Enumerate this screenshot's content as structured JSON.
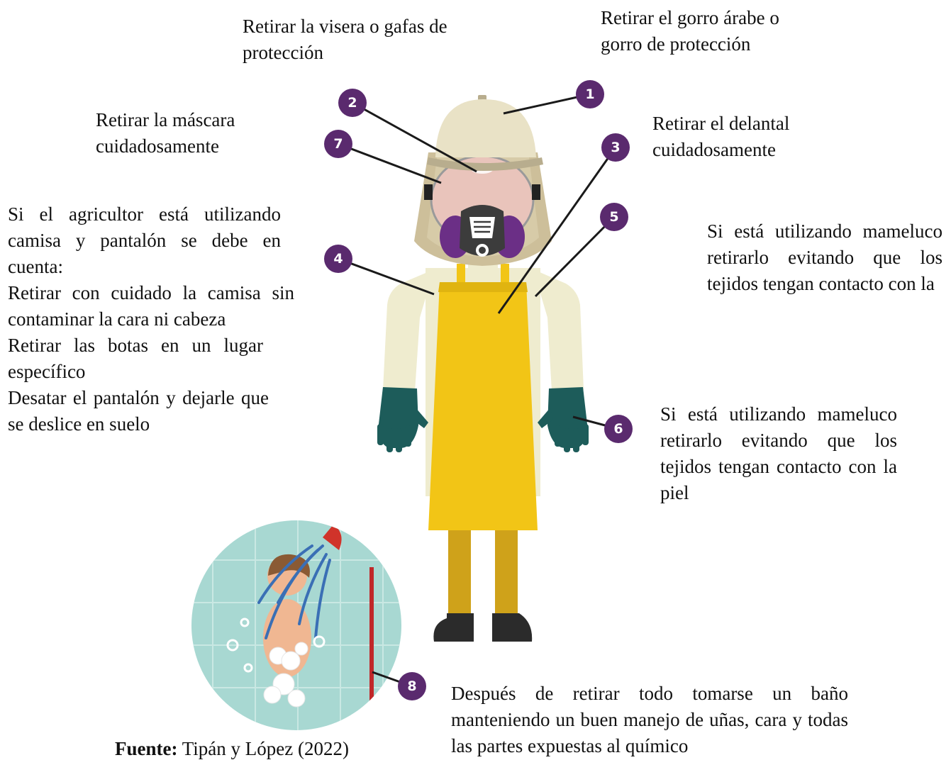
{
  "labels": {
    "step1": "Retirar el gorro árabe o gorro de protección",
    "step2": "Retirar la visera o gafas de protección",
    "step7": "Retirar la máscara cuidadosamente",
    "step3": "Retirar el delantal cuidadosamente",
    "step5": "Si está utilizando mameluco retirarlo evitando que los tejidos tengan contacto con la",
    "step6": "Si está utilizando mameluco retirarlo evitando que los tejidos tengan contacto con la piel",
    "step8": "Después de retirar todo tomarse un baño manteniendo un buen manejo de uñas, cara y todas las partes expuestas al químico"
  },
  "step4_block": {
    "intro": "Si el agricultor está utilizando camisa y pantalón se debe en cuenta:",
    "item1": "Retirar con cuidado la camisa sin contaminar la cara ni cabeza",
    "item2": "Retirar las botas en un lugar específico",
    "item3": "Desatar el pantalón y dejarle que se deslice en suelo"
  },
  "badges": [
    "1",
    "2",
    "3",
    "4",
    "5",
    "6",
    "7",
    "8"
  ],
  "caption": {
    "bold": "Fuente:",
    "text": " Tipán y López (2022)"
  },
  "colors": {
    "badge": "#5a2a6e",
    "apron": "#f2c516",
    "suit": "#efeccf",
    "gloves": "#1d5c5a",
    "respirator": "#6b2f86",
    "cap": "#e9e2c6",
    "flap": "#cdbf9a",
    "boots": "#2b2b2b",
    "trousers": "#cfa21a",
    "shower_bg": "#a8d8d2"
  }
}
